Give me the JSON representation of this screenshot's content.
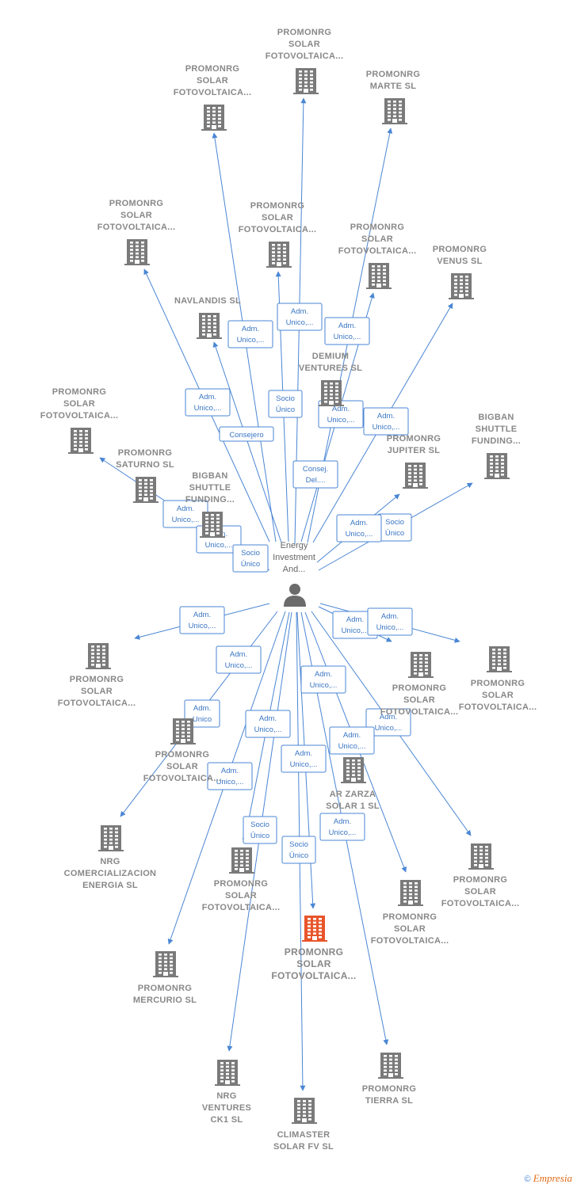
{
  "center": {
    "label_lines": [
      "Energy",
      "Investment",
      "And..."
    ]
  },
  "nodes": [
    {
      "id": "n1",
      "lines": [
        "PROMONRG",
        "SOLAR",
        "FOTOVOLTAICA..."
      ]
    },
    {
      "id": "n2",
      "lines": [
        "PROMONRG",
        "SOLAR",
        "FOTOVOLTAICA..."
      ]
    },
    {
      "id": "n3",
      "lines": [
        "PROMONRG",
        "MARTE  SL"
      ]
    },
    {
      "id": "n4",
      "lines": [
        "PROMONRG",
        "SOLAR",
        "FOTOVOLTAICA..."
      ]
    },
    {
      "id": "n5",
      "lines": [
        "PROMONRG",
        "SOLAR",
        "FOTOVOLTAICA..."
      ]
    },
    {
      "id": "n6",
      "lines": [
        "PROMONRG",
        "SOLAR",
        "FOTOVOLTAICA..."
      ]
    },
    {
      "id": "n7",
      "lines": [
        "PROMONRG",
        "VENUS  SL"
      ]
    },
    {
      "id": "n8",
      "lines": [
        "NAVLANDIS  SL"
      ]
    },
    {
      "id": "n9",
      "lines": [
        "DEMIUM",
        "VENTURES  SL"
      ]
    },
    {
      "id": "n10",
      "lines": [
        "PROMONRG",
        "SOLAR",
        "FOTOVOLTAICA..."
      ]
    },
    {
      "id": "n11",
      "lines": [
        "BIGBAN",
        "SHUTTLE",
        "FUNDING..."
      ]
    },
    {
      "id": "n12",
      "lines": [
        "PROMONRG",
        "JUPITER  SL"
      ]
    },
    {
      "id": "n13",
      "lines": [
        "PROMONRG",
        "SATURNO  SL"
      ]
    },
    {
      "id": "n14",
      "lines": [
        "BIGBAN",
        "SHUTTLE",
        "FUNDING..."
      ]
    },
    {
      "id": "n15",
      "lines": [
        "PROMONRG",
        "SOLAR",
        "FOTOVOLTAICA..."
      ]
    },
    {
      "id": "n16",
      "lines": [
        "PROMONRG",
        "SOLAR",
        "FOTOVOLTAICA..."
      ]
    },
    {
      "id": "n17",
      "lines": [
        "PROMONRG",
        "SOLAR",
        "FOTOVOLTAICA..."
      ]
    },
    {
      "id": "n18",
      "lines": [
        "PROMONRG",
        "SOLAR",
        "FOTOVOLTAICA..."
      ]
    },
    {
      "id": "n19",
      "lines": [
        "AR ZARZA",
        "SOLAR 1 SL"
      ]
    },
    {
      "id": "n20",
      "lines": [
        "NRG",
        "COMERCIALIZACION",
        "ENERGIA  SL"
      ]
    },
    {
      "id": "n21",
      "lines": [
        "PROMONRG",
        "SOLAR",
        "FOTOVOLTAICA..."
      ]
    },
    {
      "id": "n22",
      "lines": [
        "PROMONRG",
        "SOLAR",
        "FOTOVOLTAICA..."
      ]
    },
    {
      "id": "n23",
      "lines": [
        "PROMONRG",
        "SOLAR",
        "FOTOVOLTAICA..."
      ]
    },
    {
      "id": "n24",
      "lines": [
        "PROMONRG",
        "SOLAR",
        "FOTOVOLTAICA..."
      ],
      "focus": true
    },
    {
      "id": "n25",
      "lines": [
        "PROMONRG",
        "MERCURIO  SL"
      ]
    },
    {
      "id": "n26",
      "lines": [
        "NRG",
        "VENTURES",
        "CK1  SL"
      ]
    },
    {
      "id": "n27",
      "lines": [
        "CLIMASTER",
        "SOLAR FV SL"
      ]
    },
    {
      "id": "n28",
      "lines": [
        "PROMONRG",
        "TIERRA  SL"
      ]
    }
  ],
  "edge_labels": [
    [
      "Adm.",
      "Unico,..."
    ],
    [
      "Adm.",
      "Unico,..."
    ],
    [
      "Adm.",
      "Unico,..."
    ],
    [
      "Adm.",
      "Unico,..."
    ],
    [
      "Socio",
      "Único"
    ],
    [
      "Adm.",
      "Unico,..."
    ],
    [
      "Adm.",
      "Unico,..."
    ],
    [
      "Consejero"
    ],
    [
      "Consej.",
      "Del...."
    ],
    [
      "Adm.",
      "Unico,..."
    ],
    [
      "Socio",
      "Único"
    ],
    [
      "Adm.",
      "Unico,..."
    ],
    [
      "Adm.",
      "Unico,..."
    ],
    [
      "Socio",
      "Único"
    ],
    [
      "Adm.",
      "Unico,..."
    ],
    [
      "Adm.",
      "Unico,..."
    ],
    [
      "Adm.",
      "Unico,..."
    ],
    [
      "Adm.",
      "Unico,..."
    ],
    [
      "Adm.",
      "Unico,..."
    ],
    [
      "Adm.",
      "Unico"
    ],
    [
      "Adm.",
      "Unico,..."
    ],
    [
      "Adm.",
      "Unico,..."
    ],
    [
      "Adm.",
      "Unico,..."
    ],
    [
      "Adm.",
      "Unico,..."
    ],
    [
      "Adm.",
      "Unico,..."
    ],
    [
      "Socio",
      "Único"
    ],
    [
      "Socio",
      "Único"
    ],
    [
      "Adm.",
      "Unico,..."
    ]
  ],
  "colors": {
    "edge": "#4a86d4",
    "building": "#7a7a7a",
    "focus_building": "#e8552a",
    "person": "#6b6b6b"
  },
  "footer": {
    "copyright": "©",
    "brand": "Empresia"
  }
}
